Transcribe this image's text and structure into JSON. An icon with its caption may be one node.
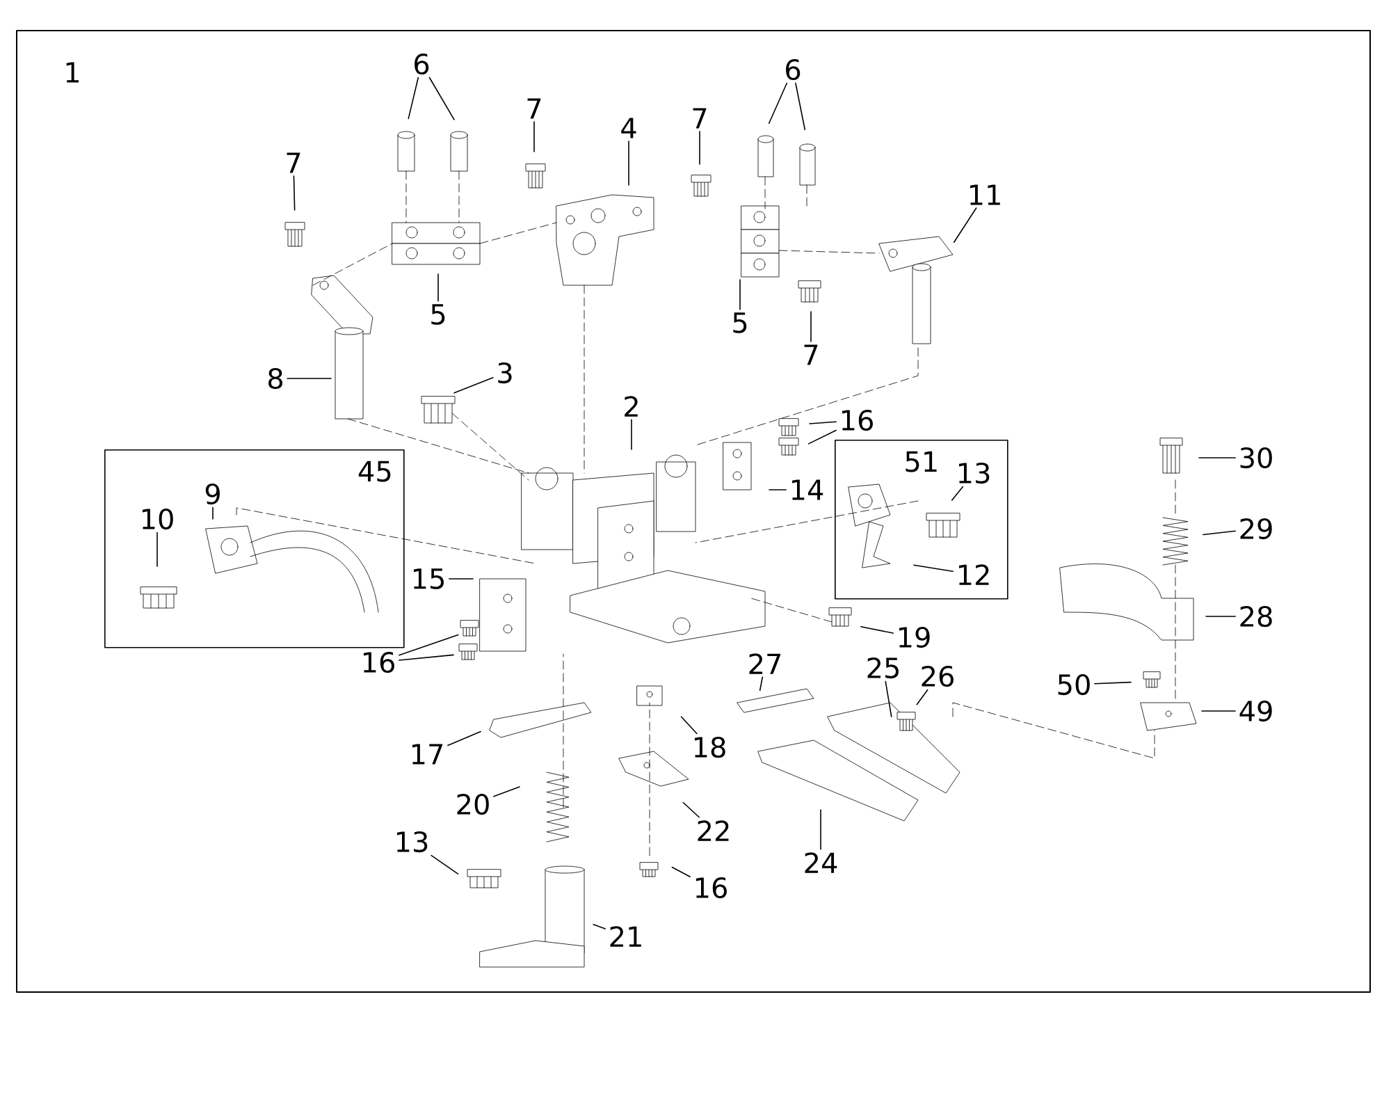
{
  "diagram": {
    "nodes": [
      {
        "text": [
          "6"
        ]
      },
      {
        "text": [
          "7"
        ]
      },
      {
        "text": [
          "7"
        ]
      },
      {
        "text": [
          "4"
        ]
      },
      {
        "text": [
          "7"
        ]
      },
      {
        "text": [
          "6"
        ]
      },
      {
        "text": [
          "11"
        ]
      },
      {
        "text": [
          "5"
        ]
      },
      {
        "text": [
          "5"
        ]
      },
      {
        "text": [
          "7"
        ]
      },
      {
        "text": [
          "8"
        ]
      },
      {
        "text": [
          "3"
        ]
      },
      {
        "text": [
          "2"
        ]
      },
      {
        "text": [
          "16"
        ]
      },
      {
        "text": [
          "14"
        ]
      },
      {
        "text": [
          "45"
        ]
      },
      {
        "text": [
          "10"
        ],
        "in": 15
      },
      {
        "text": [
          "9"
        ],
        "in": 15
      },
      {
        "text": [
          "51"
        ]
      },
      {
        "text": [
          "13"
        ],
        "in": 18
      },
      {
        "text": [
          "12"
        ],
        "in": 18
      },
      {
        "text": [
          "15"
        ]
      },
      {
        "text": [
          "16"
        ]
      },
      {
        "text": [
          "19"
        ]
      },
      {
        "text": [
          "30"
        ]
      },
      {
        "text": [
          "29"
        ]
      },
      {
        "text": [
          "28"
        ]
      },
      {
        "text": [
          "17"
        ]
      },
      {
        "text": [
          "18"
        ]
      },
      {
        "text": [
          "27"
        ]
      },
      {
        "text": [
          "25"
        ]
      },
      {
        "text": [
          "26"
        ]
      },
      {
        "text": [
          "20"
        ]
      },
      {
        "text": [
          "22"
        ]
      },
      {
        "text": [
          "13"
        ]
      },
      {
        "text": [
          "16"
        ]
      },
      {
        "text": [
          "24"
        ]
      },
      {
        "text": [
          "21"
        ]
      },
      {
        "text": [
          "50"
        ]
      },
      {
        "text": [
          "49"
        ]
      }
    ],
    "edges": [
      {
        "from": 0,
        "to": null,
        "arrow": "none"
      },
      {
        "from": 0,
        "to": null,
        "arrow": "none"
      },
      {
        "from": 1,
        "to": null,
        "arrow": "none"
      },
      {
        "from": 2,
        "to": null,
        "arrow": "none"
      },
      {
        "from": 3,
        "to": null,
        "arrow": "none"
      },
      {
        "from": 4,
        "to": null,
        "arrow": "none"
      },
      {
        "from": 5,
        "to": null,
        "arrow": "none"
      },
      {
        "from": 5,
        "to": null,
        "arrow": "none"
      },
      {
        "from": 6,
        "to": null,
        "arrow": "none"
      },
      {
        "from": 7,
        "to": null,
        "arrow": "none"
      },
      {
        "from": 8,
        "to": null,
        "arrow": "none"
      },
      {
        "from": 9,
        "to": null,
        "arrow": "none"
      },
      {
        "from": 10,
        "to": null,
        "arrow": "none"
      },
      {
        "from": 11,
        "to": null,
        "arrow": "none"
      },
      {
        "from": 12,
        "to": null,
        "arrow": "none"
      },
      {
        "from": 13,
        "to": null,
        "arrow": "none"
      },
      {
        "from": 13,
        "to": null,
        "arrow": "none"
      },
      {
        "from": 14,
        "to": null,
        "arrow": "none"
      },
      {
        "from": 16,
        "to": null,
        "arrow": "none"
      },
      {
        "from": 17,
        "to": null,
        "arrow": "none"
      },
      {
        "from": 19,
        "to": null,
        "arrow": "none"
      },
      {
        "from": 20,
        "to": null,
        "arrow": "none"
      },
      {
        "from": 21,
        "to": null,
        "arrow": "none"
      },
      {
        "from": 22,
        "to": null,
        "arrow": "none"
      },
      {
        "from": 22,
        "to": null,
        "arrow": "none"
      },
      {
        "from": 23,
        "to": null,
        "arrow": "none"
      },
      {
        "from": 24,
        "to": null,
        "arrow": "none"
      },
      {
        "from": 25,
        "to": null,
        "arrow": "none"
      },
      {
        "from": 26,
        "to": null,
        "arrow": "none"
      },
      {
        "from": 27,
        "to": null,
        "arrow": "none"
      },
      {
        "from": 28,
        "to": null,
        "arrow": "none"
      },
      {
        "from": 29,
        "to": null,
        "arrow": "none"
      },
      {
        "from": 30,
        "to": null,
        "arrow": "none"
      },
      {
        "from": 31,
        "to": null,
        "arrow": "none"
      },
      {
        "from": 32,
        "to": null,
        "arrow": "none"
      },
      {
        "from": 33,
        "to": null,
        "arrow": "none"
      },
      {
        "from": 34,
        "to": null,
        "arrow": "none"
      },
      {
        "from": 35,
        "to": null,
        "arrow": "none"
      },
      {
        "from": 36,
        "to": null,
        "arrow": "none"
      },
      {
        "from": 37,
        "to": null,
        "arrow": "none"
      },
      {
        "from": 38,
        "to": null,
        "arrow": "none"
      },
      {
        "from": 39,
        "to": null,
        "arrow": "none"
      }
    ],
    "labels": [
      "1"
    ]
  }
}
